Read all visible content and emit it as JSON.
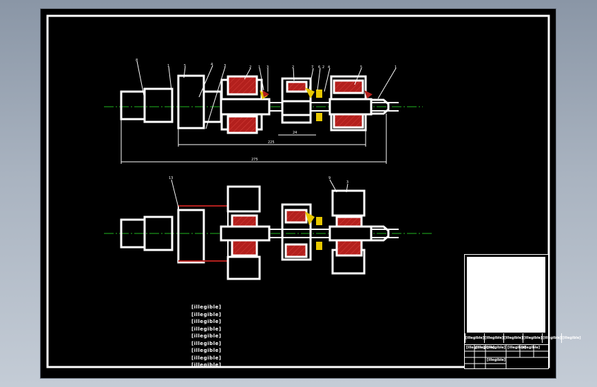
{
  "drawing": {
    "callouts_top": [
      "8",
      "1",
      "5",
      "4",
      "3",
      "2",
      "1",
      "3",
      "2",
      "7",
      "6",
      "2",
      "4",
      "5",
      "1"
    ],
    "callouts_bottom": [
      "13",
      "9",
      "3"
    ],
    "dimensions": [
      "24",
      "225",
      "275"
    ],
    "notes": [
      "[illegible]",
      "[illegible]",
      "[illegible]",
      "[illegible]",
      "[illegible]",
      "[illegible]",
      "[illegible]",
      "[illegible]",
      "[illegible]"
    ],
    "title_block": {
      "header_cells": [
        "[illegible]",
        "[illegible]",
        "[illegible]",
        "[illegible]",
        "[illegible]",
        "[illegible]"
      ],
      "cells": [
        "[illegible]",
        "[illegible]",
        "[illegible]",
        "[illegible]",
        "[illegible]",
        "[illegible]"
      ]
    }
  },
  "colors": {
    "sheet": "#000000",
    "outline": "#ffffff",
    "hatch": "#b3201d",
    "centerline": "#1fb81f",
    "bearing": "#e8c800"
  }
}
